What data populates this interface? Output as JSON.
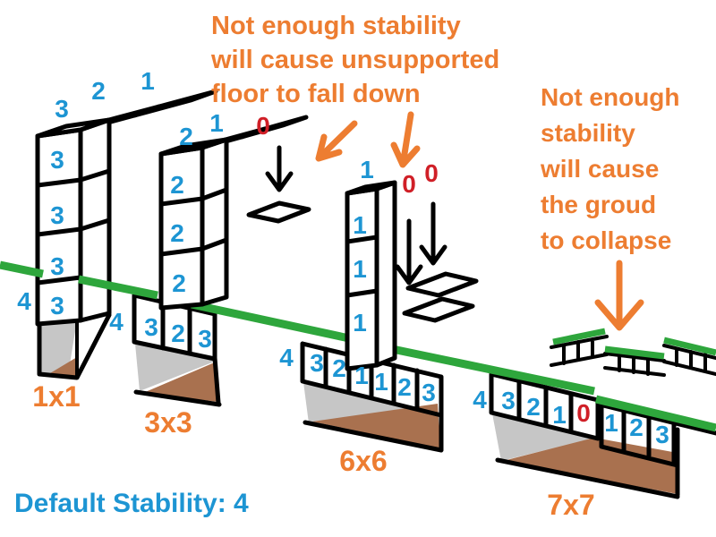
{
  "colors": {
    "number_blue": "#1d95d3",
    "warning_orange": "#ed7d31",
    "zero_red": "#d01f27",
    "grass_green": "#2ea63c",
    "dirt_brown": "#a9714f",
    "stone_gray": "#c6c6c6"
  },
  "annotations": {
    "floor_warning": {
      "lines": [
        "Not enough stability",
        "will cause unsupported",
        "floor to fall down"
      ]
    },
    "ground_warning": {
      "lines": [
        "Not enough",
        "stability",
        "will cause",
        "the groud",
        "to collapse"
      ]
    },
    "default_stability": "Default Stability: 4"
  },
  "structures": {
    "s1": {
      "name": "1x1",
      "floor": [
        "3",
        "2",
        "1"
      ],
      "column": [
        "3",
        "3",
        "3"
      ],
      "underground": [
        "3"
      ],
      "surface": "4"
    },
    "s2": {
      "name": "3x3",
      "floor": [
        "2",
        "1",
        "0"
      ],
      "column": [
        "2",
        "2",
        "2"
      ],
      "underground": [
        "3",
        "2",
        "3"
      ],
      "surface": "4"
    },
    "s3": {
      "name": "6x6",
      "floor": [
        "1"
      ],
      "fallen": [
        "0",
        "0"
      ],
      "column": [
        "1",
        "1",
        "1"
      ],
      "underground": [
        "3",
        "2",
        "1",
        "1",
        "2",
        "3"
      ],
      "surface": "4"
    },
    "s4": {
      "name": "7x7",
      "underground_left": [
        "3",
        "2",
        "1",
        "0"
      ],
      "underground_right": [
        "1",
        "2",
        "3"
      ],
      "surface": "4"
    }
  },
  "icons": {
    "fall_arrow_icon": "black down arrow",
    "collapse_arrow_icon": "orange arrow"
  }
}
